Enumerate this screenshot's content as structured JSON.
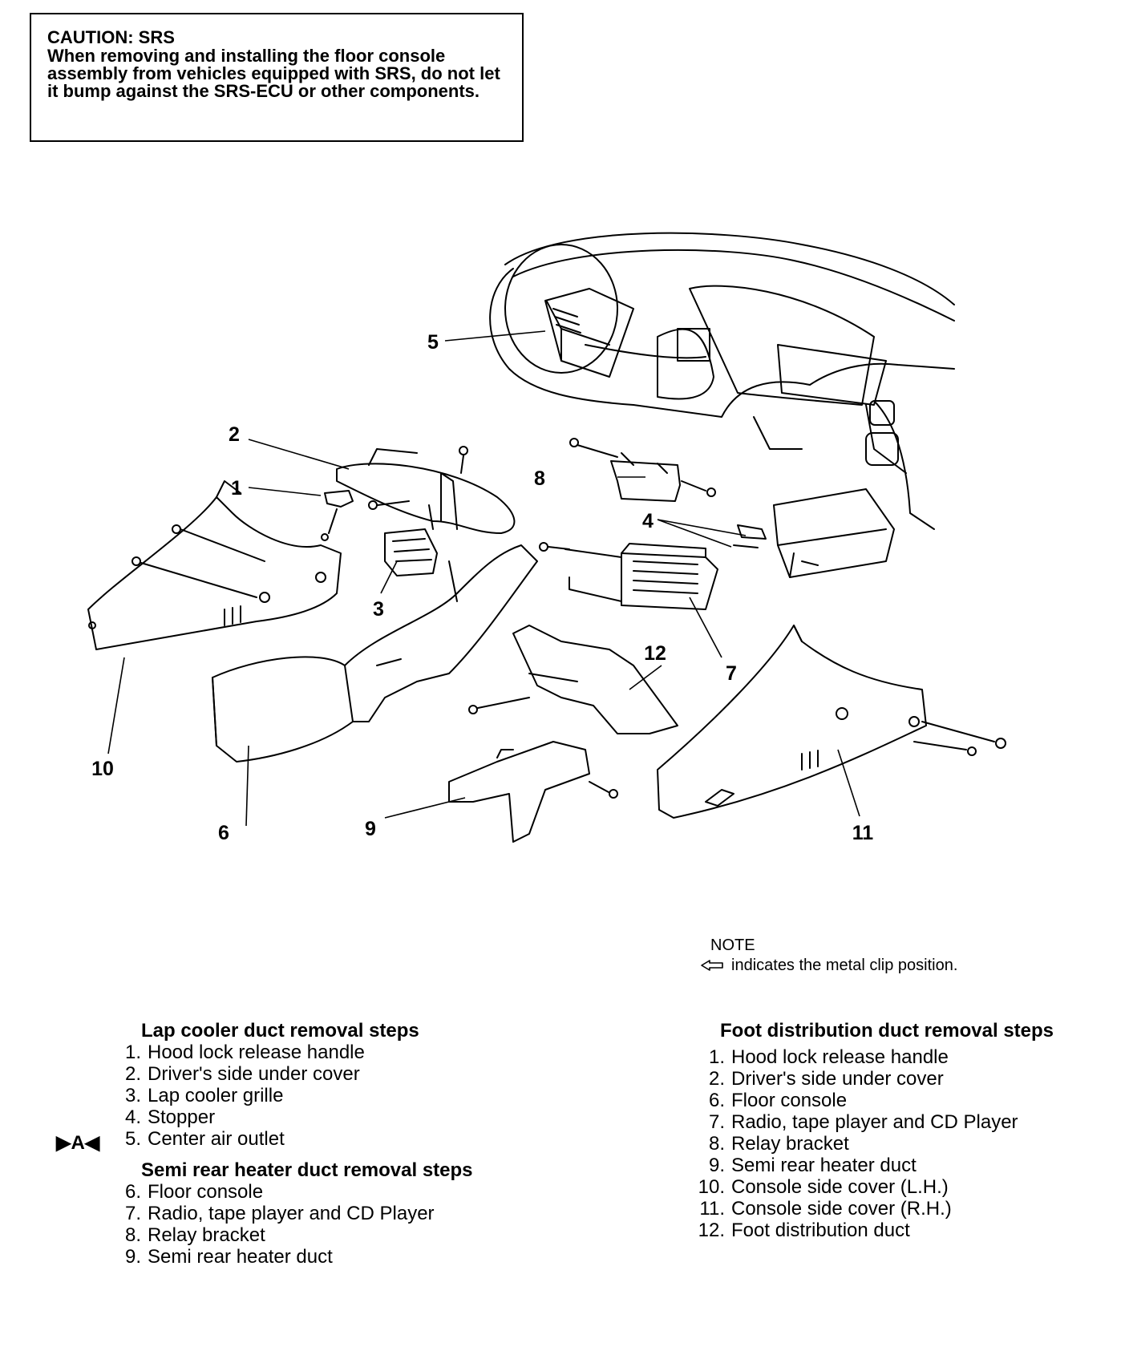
{
  "caution": {
    "title": "CAUTION: SRS",
    "body": "When removing and installing the floor console assembly from vehicles equipped with SRS, do not let it bump against the SRS-ECU or other components."
  },
  "callouts": [
    "1",
    "2",
    "3",
    "4",
    "5",
    "6",
    "7",
    "8",
    "9",
    "10",
    "11",
    "12"
  ],
  "note": {
    "title": "NOTE",
    "text": "indicates the metal clip position.",
    "icon": "hollow-left-arrow-icon"
  },
  "lap_cooler": {
    "heading": "Lap cooler duct removal steps",
    "marker": "▶A◀",
    "items": [
      {
        "num": "1.",
        "label": "Hood lock release handle"
      },
      {
        "num": "2.",
        "label": "Driver's side under cover"
      },
      {
        "num": "3.",
        "label": "Lap cooler grille"
      },
      {
        "num": "4.",
        "label": "Stopper"
      },
      {
        "num": "5.",
        "label": "Center air outlet"
      }
    ]
  },
  "semi_rear": {
    "heading": "Semi rear heater duct removal steps",
    "items": [
      {
        "num": "6.",
        "label": "Floor console"
      },
      {
        "num": "7.",
        "label": "Radio, tape player and CD Player"
      },
      {
        "num": "8.",
        "label": "Relay bracket"
      },
      {
        "num": "9.",
        "label": "Semi rear heater duct"
      }
    ]
  },
  "foot_dist": {
    "heading": "Foot distribution duct removal steps",
    "items": [
      {
        "num": "1.",
        "label": "Hood lock release handle"
      },
      {
        "num": "2.",
        "label": "Driver's side under cover"
      },
      {
        "num": "6.",
        "label": "Floor console"
      },
      {
        "num": "7.",
        "label": "Radio, tape player and CD Player"
      },
      {
        "num": "8.",
        "label": "Relay bracket"
      },
      {
        "num": "9.",
        "label": "Semi rear heater duct"
      },
      {
        "num": "10.",
        "label": "Console side cover (L.H.)"
      },
      {
        "num": "11.",
        "label": "Console side cover (R.H.)"
      },
      {
        "num": "12.",
        "label": "Foot distribution duct"
      }
    ]
  }
}
